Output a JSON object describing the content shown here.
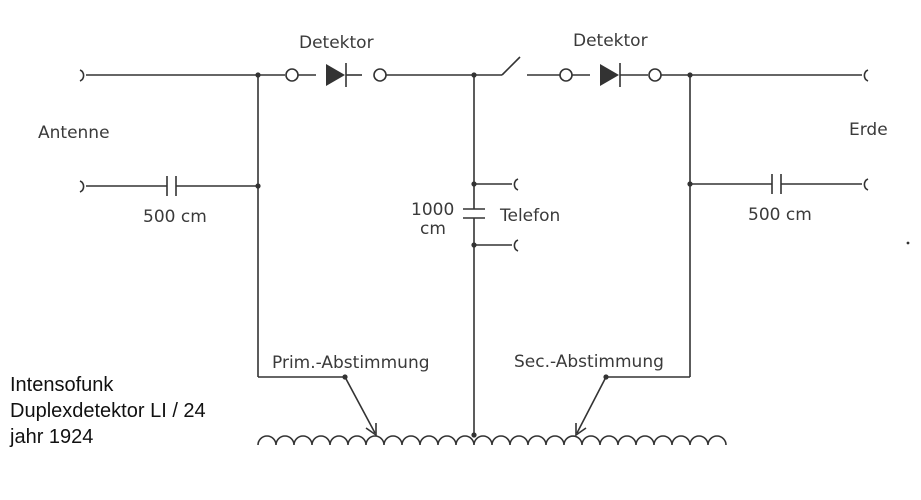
{
  "labels": {
    "detector_left": "Detektor",
    "detector_right": "Detektor",
    "antenne": "Antenne",
    "erde": "Erde",
    "cap_left": "500 cm",
    "cap_right": "500 cm",
    "cap_mid_line1": "1000",
    "cap_mid_line2": "cm",
    "telefon": "Telefon",
    "prim": "Prim.-Abstimmung",
    "sec": "Sec.-Abstimmung"
  },
  "caption": {
    "line1": "Intensofunk",
    "line2": "Duplexdetektor LI / 24",
    "line3": "jahr 1924"
  },
  "colors": {
    "wire": "#333333",
    "text": "#3a3a3a"
  }
}
